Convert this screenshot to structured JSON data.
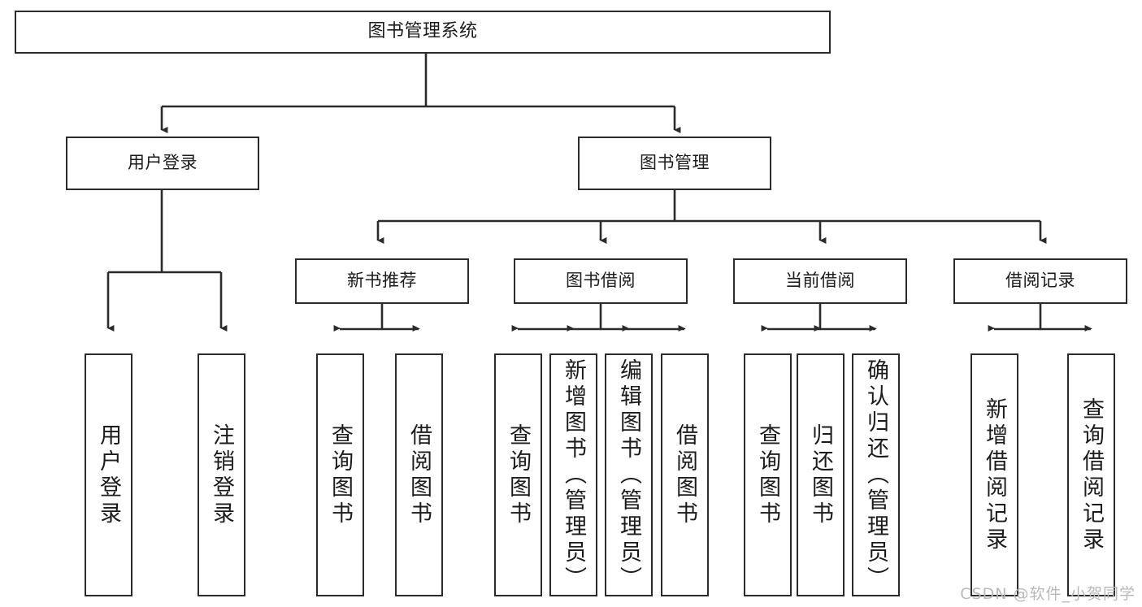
{
  "diagram": {
    "title": "图书管理系统",
    "type": "tree",
    "stroke_color": "#2b2b2b",
    "fill_color": "#ffffff",
    "text_color": "#1b1b1b"
  },
  "root": {
    "label": "图书管理系统"
  },
  "level1": [
    {
      "label": "用户登录"
    },
    {
      "label": "图书管理"
    }
  ],
  "level2": [
    {
      "label": "新书推荐"
    },
    {
      "label": "图书借阅"
    },
    {
      "label": "当前借阅"
    },
    {
      "label": "借阅记录"
    }
  ],
  "leaves": {
    "user_login": [
      {
        "label": "用户登录"
      },
      {
        "label": "注销登录"
      }
    ],
    "new_book": [
      {
        "label": "查询图书"
      },
      {
        "label": "借阅图书"
      }
    ],
    "borrow": [
      {
        "label": "查询图书"
      },
      {
        "label": "新增图书（管理员）"
      },
      {
        "label": "编辑图书（管理员）"
      },
      {
        "label": "借阅图书"
      }
    ],
    "current": [
      {
        "label": "查询图书"
      },
      {
        "label": "归还图书"
      },
      {
        "label": "确认归还（管理员）"
      }
    ],
    "records": [
      {
        "label": "新增借阅记录"
      },
      {
        "label": "查询借阅记录"
      }
    ]
  },
  "watermark": {
    "text": "CSDN @软件_小贺同学"
  }
}
